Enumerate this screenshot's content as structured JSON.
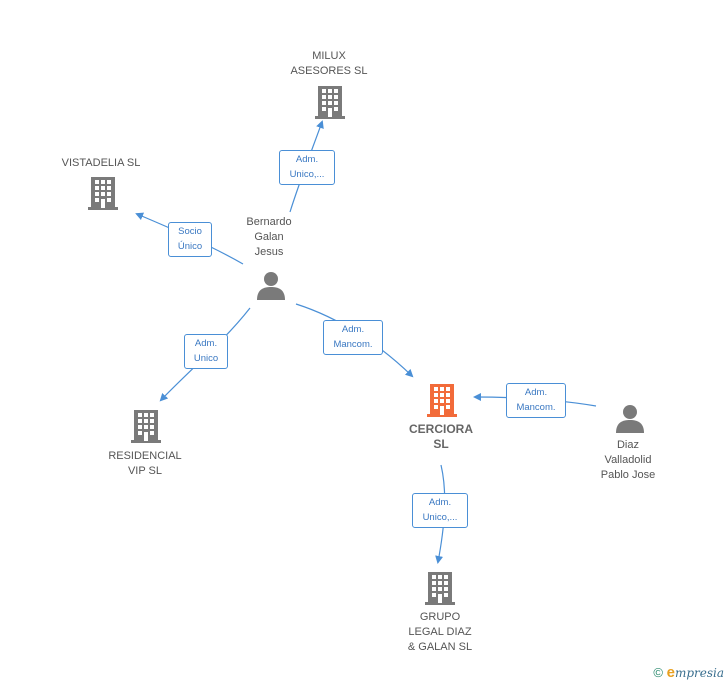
{
  "colors": {
    "edge": "#4a8fd6",
    "company_icon": "#7a7a7a",
    "focus_icon": "#f26b3a",
    "person_icon": "#7a7a7a"
  },
  "nodes": {
    "milux": {
      "label": "MILUX\nASESORES  SL",
      "icon": "building-icon"
    },
    "vistadelia": {
      "label": "VISTADELIA SL",
      "icon": "building-icon"
    },
    "bernardo": {
      "label": "Bernardo\nGalan\nJesus",
      "icon": "person-icon"
    },
    "residencial": {
      "label": "RESIDENCIAL\nVIP SL",
      "icon": "building-icon"
    },
    "cerciora": {
      "label": "CERCIORA\nSL",
      "icon": "building-icon"
    },
    "diaz": {
      "label": "Diaz\nValladolid\nPablo Jose",
      "icon": "person-icon"
    },
    "grupo": {
      "label": "GRUPO\nLEGAL DIAZ\n& GALAN  SL",
      "icon": "building-icon"
    }
  },
  "edges": {
    "bernardo_milux": "Adm.\nUnico,...",
    "bernardo_vistadelia": "Socio\nÚnico",
    "bernardo_residencial": "Adm.\nUnico",
    "bernardo_cerciora": "Adm.\nMancom.",
    "diaz_cerciora": "Adm.\nMancom.",
    "cerciora_grupo": "Adm.\nUnico,..."
  },
  "footer": {
    "copyright": "©",
    "brand_e": "e",
    "brand_rest": "mpresia"
  }
}
